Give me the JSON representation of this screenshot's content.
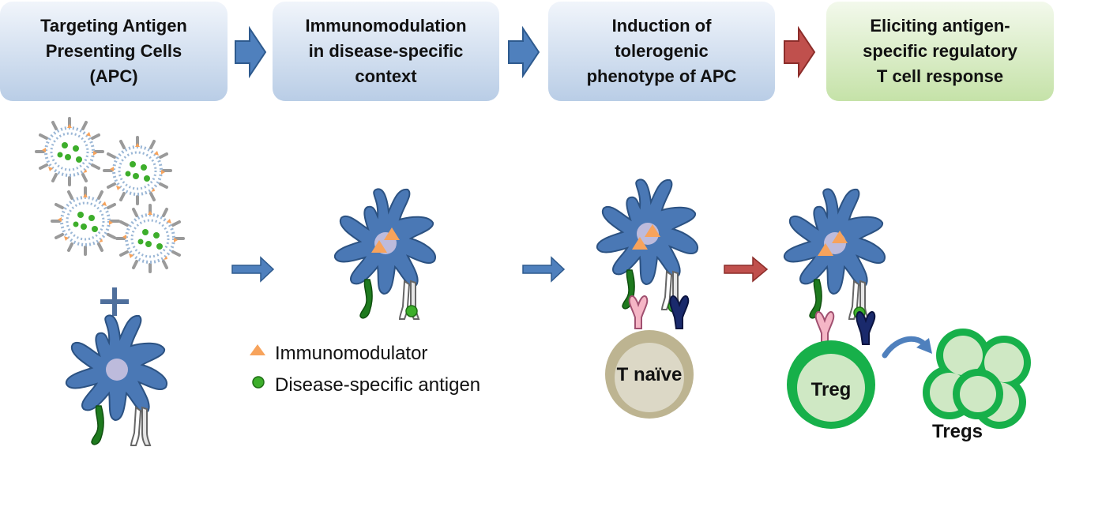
{
  "stages": [
    {
      "label": "Targeting Antigen\nPresenting Cells\n(APC)"
    },
    {
      "label": "Immunomodulation\nin disease-specific\ncontext"
    },
    {
      "label": "Induction of\ntolerogenic\nphenotype of APC"
    },
    {
      "label": "Eliciting antigen-\nspecific regulatory\nT cell response"
    }
  ],
  "legend": {
    "immunomodulator": "Immunomodulator",
    "antigen": "Disease-specific antigen"
  },
  "cells": {
    "t_naive": "T naïve",
    "treg": "Treg",
    "tregs": "Tregs"
  },
  "colors": {
    "apc": "#4a78b5",
    "immunomodulator": "#f7a35c",
    "antigen": "#3dae2b",
    "treg_ring": "#17b04a",
    "naive_ring": "#bdb491",
    "flow_arrow": "#4f80bd",
    "final_arrow": "#c0504d"
  }
}
